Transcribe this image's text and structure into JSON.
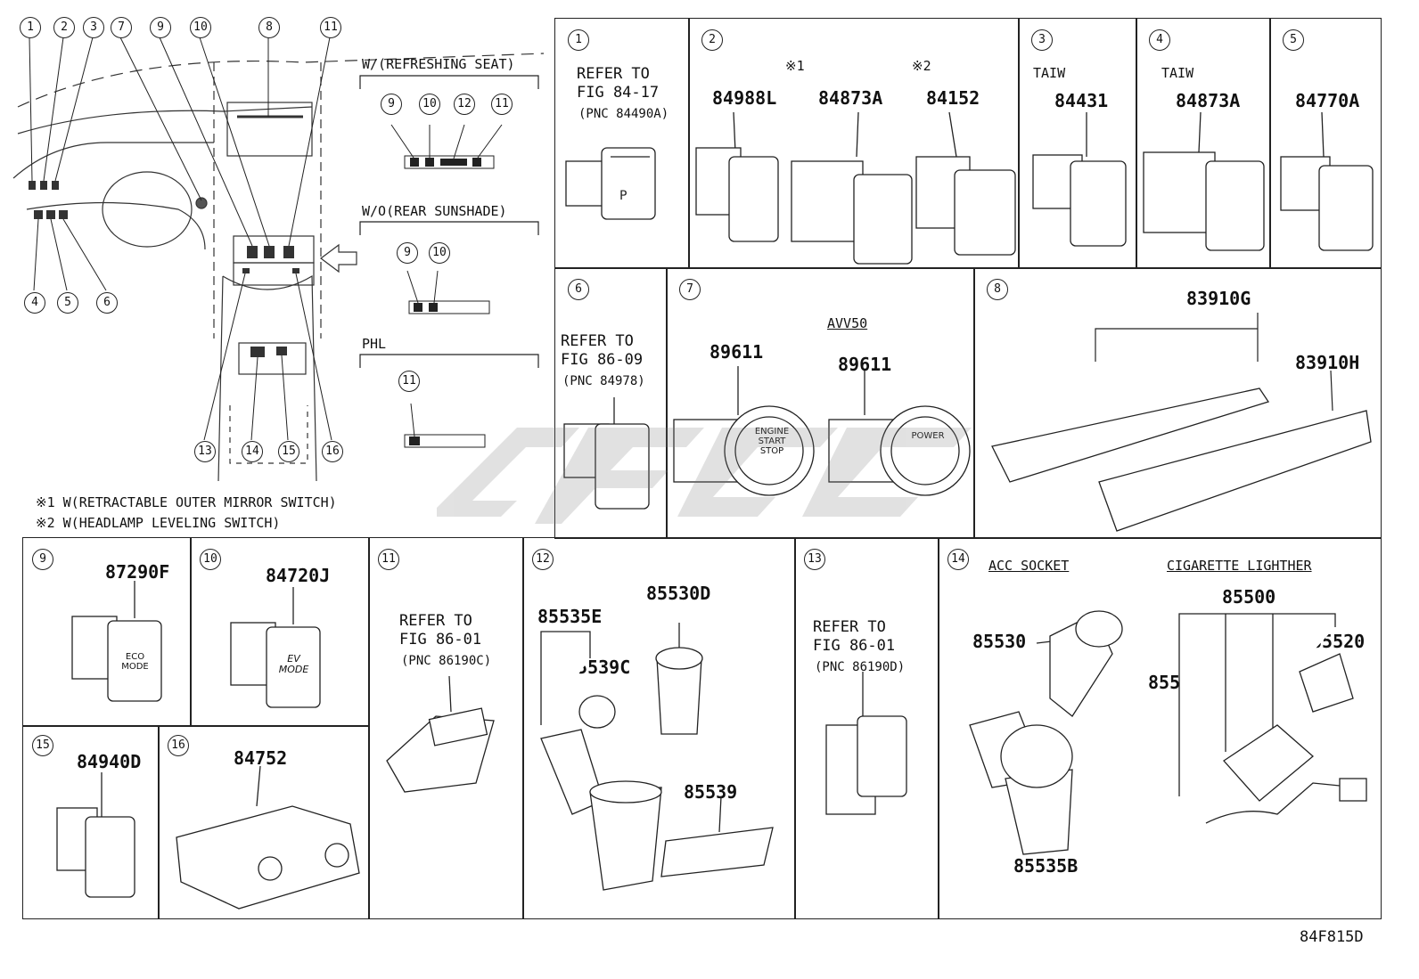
{
  "overview": {
    "callouts_top": [
      "1",
      "2",
      "3",
      "7",
      "9",
      "10",
      "8",
      "11"
    ],
    "callouts_mid": [
      "4",
      "5",
      "6"
    ],
    "callouts_bottom": [
      "13",
      "14",
      "15",
      "16"
    ]
  },
  "variants": {
    "refreshing_seat": {
      "label": "W/(REFRESHING SEAT)",
      "callouts": [
        "9",
        "10",
        "12",
        "11"
      ]
    },
    "rear_sunshade": {
      "label": "W/O(REAR SUNSHADE)",
      "callouts": [
        "9",
        "10"
      ]
    },
    "phl": {
      "label": "PHL",
      "callouts": [
        "11"
      ]
    }
  },
  "notes": [
    "※1 W(RETRACTABLE OUTER MIRROR SWITCH)",
    "※2 W(HEADLAMP LEVELING SWITCH)"
  ],
  "cells": {
    "c1": {
      "num": "1",
      "ref": "REFER TO\nFIG 84-17",
      "pnc": "(PNC 84490A)"
    },
    "c2": {
      "num": "2",
      "mark1": "※1",
      "mark2": "※2",
      "p1": "84988L",
      "p2": "84873A",
      "p3": "84152"
    },
    "c3": {
      "num": "3",
      "label": "TAIW",
      "part": "84431"
    },
    "c4": {
      "num": "4",
      "label": "TAIW",
      "part": "84873A"
    },
    "c5": {
      "num": "5",
      "part": "84770A"
    },
    "c6": {
      "num": "6",
      "ref": "REFER TO\nFIG 86-09",
      "pnc": "(PNC 84978)"
    },
    "c7": {
      "num": "7",
      "label": "AVV50",
      "p1": "89611",
      "p2": "89611",
      "btn1": "ENGINE\nSTART\nSTOP",
      "btn2": "POWER"
    },
    "c8": {
      "num": "8",
      "p1": "83910G",
      "p2": "83910H"
    },
    "c9": {
      "num": "9",
      "part": "87290F",
      "btn": "ECO\nMODE"
    },
    "c10": {
      "num": "10",
      "part": "84720J",
      "btn": "EV\nMODE"
    },
    "c11": {
      "num": "11",
      "ref": "REFER TO\nFIG 86-01",
      "pnc": "(PNC 86190C)"
    },
    "c12": {
      "num": "12",
      "p1": "85535E",
      "p2": "85539C",
      "p3": "85530D",
      "p4": "85539"
    },
    "c13": {
      "num": "13",
      "ref": "REFER TO\nFIG 86-01",
      "pnc": "(PNC 86190D)"
    },
    "c14": {
      "num": "14",
      "label1": "ACC SOCKET",
      "label2": "CIGARETTE LIGHTHER",
      "p1": "85530",
      "p2": "85535B",
      "p3": "85500",
      "p4": "85520",
      "p5": "85500B"
    },
    "c15": {
      "num": "15",
      "part": "84940D"
    },
    "c16": {
      "num": "16",
      "part": "84752"
    }
  },
  "figure_code": "84F815D",
  "colors": {
    "line": "#222222",
    "watermark": "#7a7a7a"
  }
}
